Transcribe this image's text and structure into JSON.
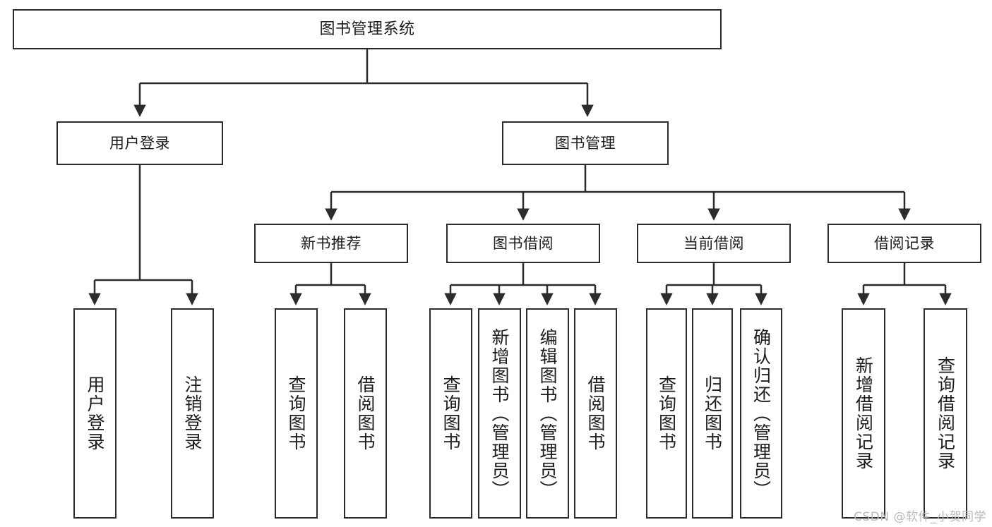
{
  "diagram": {
    "type": "tree-hierarchy",
    "title": "图书管理系统",
    "watermark": "CSDN @软件_小贺同学",
    "colors": {
      "stroke": "#2b2b2b",
      "fill": "#ffffff",
      "text": "#1c1c1c",
      "watermark": "#b9b9b9"
    },
    "nodes": {
      "root": {
        "label": "图书管理系统"
      },
      "level1": [
        {
          "id": "user-login",
          "label": "用户登录"
        },
        {
          "id": "book-manage",
          "label": "图书管理"
        }
      ],
      "level2": [
        {
          "id": "new-book-recommend",
          "label": "新书推荐",
          "parent": "book-manage"
        },
        {
          "id": "book-borrow",
          "label": "图书借阅",
          "parent": "book-manage"
        },
        {
          "id": "current-borrow",
          "label": "当前借阅",
          "parent": "book-manage"
        },
        {
          "id": "borrow-record",
          "label": "借阅记录",
          "parent": "book-manage"
        }
      ],
      "leaves": [
        {
          "id": "leaf-user-login",
          "label": "用户登录",
          "parent": "user-login"
        },
        {
          "id": "leaf-user-logout",
          "label": "注销登录",
          "parent": "user-login"
        },
        {
          "id": "leaf-query-book-1",
          "label": "查询图书",
          "parent": "new-book-recommend"
        },
        {
          "id": "leaf-borrow-book-1",
          "label": "借阅图书",
          "parent": "new-book-recommend"
        },
        {
          "id": "leaf-query-book-2",
          "label": "查询图书",
          "parent": "book-borrow"
        },
        {
          "id": "leaf-add-book",
          "label": "新增图书（管理员）",
          "parent": "book-borrow"
        },
        {
          "id": "leaf-edit-book",
          "label": "编辑图书（管理员）",
          "parent": "book-borrow"
        },
        {
          "id": "leaf-borrow-book-2",
          "label": "借阅图书",
          "parent": "book-borrow"
        },
        {
          "id": "leaf-query-book-3",
          "label": "查询图书",
          "parent": "current-borrow"
        },
        {
          "id": "leaf-return-book",
          "label": "归还图书",
          "parent": "current-borrow"
        },
        {
          "id": "leaf-confirm-return",
          "label": "确认归还（管理员）",
          "parent": "current-borrow"
        },
        {
          "id": "leaf-add-record",
          "label": "新增借阅记录",
          "parent": "borrow-record"
        },
        {
          "id": "leaf-query-record",
          "label": "查询借阅记录",
          "parent": "borrow-record"
        }
      ]
    }
  }
}
